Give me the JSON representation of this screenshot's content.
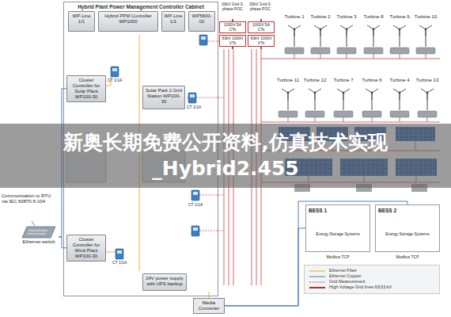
{
  "diagram": {
    "nodes": [
      {
        "text": [
          "Hybrid Plant Power Management Controller Cabinet"
        ]
      },
      {
        "text": [
          "WP-Line 1/1"
        ],
        "in": 0
      },
      {
        "text": [
          "Hybrid PPM Controller WP1000"
        ],
        "in": 0
      },
      {
        "text": [
          "WP-Line 1/1"
        ],
        "in": 0
      },
      {
        "text": [
          "WP5600-02"
        ],
        "in": 0
      },
      {
        "text": [
          "Cluster Controller for Solar Plant WP100-30"
        ],
        "in": 0
      },
      {
        "text": [
          "Solar Park 2 Grid Station WP100-30"
        ],
        "in": 0
      },
      {
        "text": [
          "Cluster Controller for Wind Plant WP100-30"
        ],
        "in": 0
      },
      {
        "text": [
          "24V power supply with UPS backup"
        ],
        "in": 0
      },
      {
        "text": [
          "Media Converter"
        ]
      },
      {
        "text": [
          "Ethernet switch"
        ]
      },
      {
        "text": [
          "Turbine 1"
        ]
      },
      {
        "text": [
          "Turbine 2"
        ]
      },
      {
        "text": [
          "Turbine 3"
        ]
      },
      {
        "text": [
          "Turbine 8"
        ]
      },
      {
        "text": [
          "Turbine 9"
        ]
      },
      {
        "text": [
          "Turbine 10"
        ]
      },
      {
        "text": [
          "Turbine 11"
        ]
      },
      {
        "text": [
          "Turbine 12"
        ]
      },
      {
        "text": [
          "Turbine 7"
        ]
      },
      {
        "text": [
          "Turbine 6"
        ]
      },
      {
        "text": [
          "Turbine 4"
        ]
      },
      {
        "text": [
          "Turbine 13"
        ]
      },
      {
        "text": [
          "BESS 1",
          "Energy Storage Systems"
        ]
      },
      {
        "text": [
          "BESS 2",
          "Energy Storage Systems"
        ]
      },
      {
        "text": [
          "1000V 5A CTs"
        ]
      },
      {
        "text": [
          "1000V 5A CTs"
        ]
      },
      {
        "text": [
          "63kV 1000V VTs"
        ]
      },
      {
        "text": [
          "63kV 1000V VTs"
        ]
      }
    ],
    "edges": [
      {
        "from": 10,
        "to": 5,
        "arrow": "none"
      },
      {
        "from": 10,
        "to": 7,
        "arrow": "none"
      },
      {
        "from": 9,
        "to": 23,
        "arrow": "none"
      },
      {
        "from": 9,
        "to": 24,
        "arrow": "none"
      }
    ],
    "labels": [
      "33kV Grid 3-phase POC",
      "33kV Grid 3-phase POC",
      "Communication to RTU via IEC 60870-5-104",
      "CT 1/1A",
      "CT 1/1A",
      "CT 1/1A",
      "CT 1/1A",
      "Modbus TCP",
      "Modbus TCP",
      "新奥长期免费公开资料,仿真技术实现_Hybrid2.455"
    ],
    "legend": [
      {
        "text": "Ethernet Fiber"
      },
      {
        "text": "Ethernet Copper"
      },
      {
        "text": "Grid Measurement"
      },
      {
        "text": "High Voltage Grid lines 63/33 kV"
      }
    ]
  }
}
